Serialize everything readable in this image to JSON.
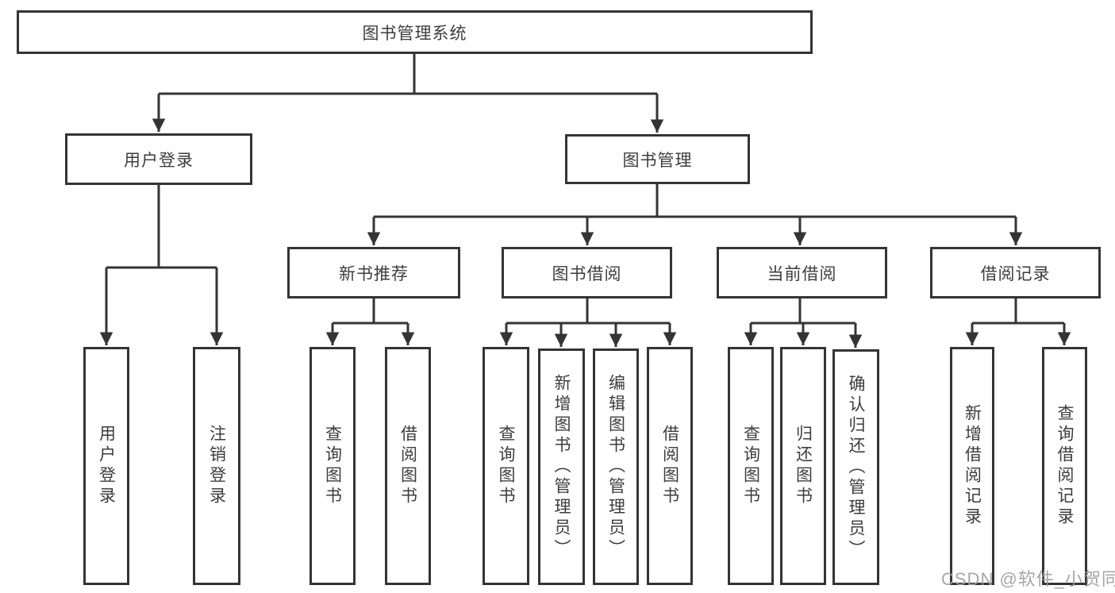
{
  "diagram": {
    "title": "图书管理系统",
    "root": {
      "label": "图书管理系统"
    },
    "branches": [
      {
        "label": "用户登录",
        "children": [
          {
            "label": "用户登录"
          },
          {
            "label": "注销登录"
          }
        ]
      },
      {
        "label": "图书管理",
        "children": [
          {
            "label": "新书推荐",
            "children": [
              {
                "label": "查询图书"
              },
              {
                "label": "借阅图书"
              }
            ]
          },
          {
            "label": "图书借阅",
            "children": [
              {
                "label": "查询图书"
              },
              {
                "label": "新增图书（管理员）"
              },
              {
                "label": "编辑图书（管理员）"
              },
              {
                "label": "借阅图书"
              }
            ]
          },
          {
            "label": "当前借阅",
            "children": [
              {
                "label": "查询图书"
              },
              {
                "label": "归还图书"
              },
              {
                "label": "确认归还（管理员）"
              }
            ]
          },
          {
            "label": "借阅记录",
            "children": [
              {
                "label": "新增借阅记录"
              },
              {
                "label": "查询借阅记录"
              }
            ]
          }
        ]
      }
    ]
  },
  "watermark": {
    "text": "CSDN @软件_小贺同学",
    "color": "#9e9e9e"
  },
  "colors": {
    "line": "#343434",
    "box_border": "#343434",
    "text": "#3d3d3d",
    "background": "#ffffff"
  }
}
